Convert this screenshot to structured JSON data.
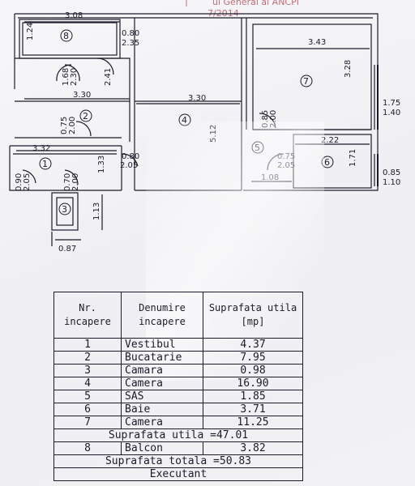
{
  "stamp": {
    "line1": "ul General al ANCPI",
    "line2": "7/2014"
  },
  "plan": {
    "rooms": [
      "1",
      "2",
      "3",
      "4",
      "5",
      "6",
      "7",
      "8"
    ],
    "dimensions": {
      "d_308": "3.08",
      "d_124": "1.24",
      "d_080_top": "0.80",
      "d_235": "2.35",
      "d_343": "3.43",
      "d_328": "3.28",
      "d_168": "1.68",
      "d_230": "2.30",
      "d_241": "2.41",
      "d_330_left": "3.30",
      "d_330_mid": "3.30",
      "d_175": "1.75",
      "d_140": "1.40",
      "d_075_a": "0.75",
      "d_200_a": "2.00",
      "d_085_a": "0.85",
      "d_200_b": "2.00",
      "d_512": "5.12",
      "d_222": "2.22",
      "d_332": "3.32",
      "d_133": "1.33",
      "d_080_mid": "0.80",
      "d_205_a": "2.05",
      "d_075_b": "0.75",
      "d_205_b": "2.05",
      "d_171": "1.71",
      "d_108": "1.08",
      "d_085_b": "0.85",
      "d_110": "1.10",
      "d_090": "0.90",
      "d_205_c": "2.05",
      "d_070": "0.70",
      "d_200_c": "2.00",
      "d_113": "1.13",
      "d_087": "0.87"
    }
  },
  "table": {
    "header": {
      "nr": "Nr. incapere",
      "denumire": "Denumire incapere",
      "suprafata": "Suprafata utila [mp]"
    },
    "rows": [
      {
        "nr": "1",
        "name": "Vestibul",
        "area": "4.37"
      },
      {
        "nr": "2",
        "name": "Bucatarie",
        "area": "7.95"
      },
      {
        "nr": "3",
        "name": "Camara",
        "area": "0.98"
      },
      {
        "nr": "4",
        "name": "Camera",
        "area": "16.90"
      },
      {
        "nr": "5",
        "name": "SAS",
        "area": "1.85"
      },
      {
        "nr": "6",
        "name": "Baie",
        "area": "3.71"
      },
      {
        "nr": "7",
        "name": "Camera",
        "area": "11.25"
      }
    ],
    "suprafata_utila": "Suprafata utila =47.01",
    "balcon": {
      "nr": "8",
      "name": "Balcon",
      "area": "3.82"
    },
    "suprafata_totala": "Suprafata totala =50.83",
    "executant": "Executant"
  }
}
